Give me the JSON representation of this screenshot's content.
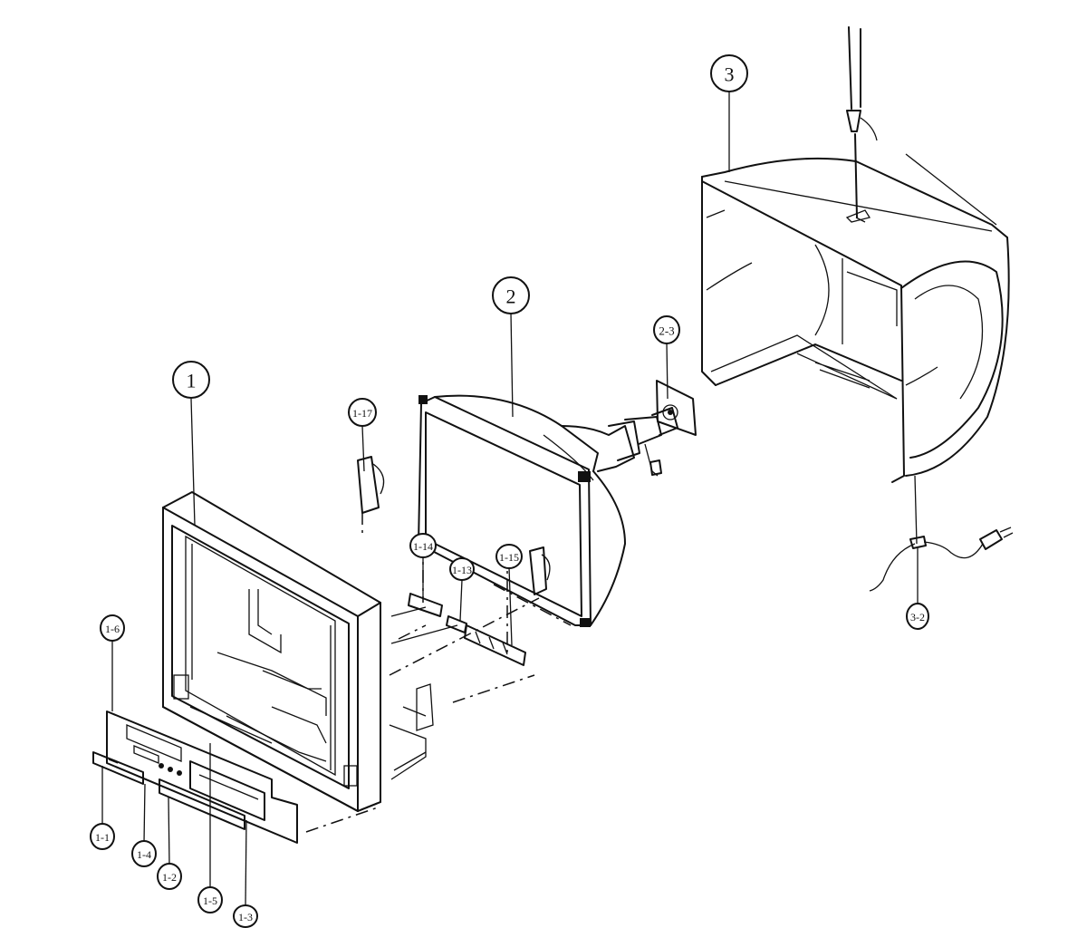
{
  "callouts": {
    "c1": "1",
    "c2": "2",
    "c3": "3",
    "c2_3": "2-3",
    "c3_2": "3-2",
    "c1_17": "1-17",
    "c1_14": "1-14",
    "c1_13": "1-13",
    "c1_15": "1-15",
    "c1_6": "1-6",
    "c1_1": "1-1",
    "c1_4": "1-4",
    "c1_2": "1-2",
    "c1_5": "1-5",
    "c1_3": "1-3"
  }
}
